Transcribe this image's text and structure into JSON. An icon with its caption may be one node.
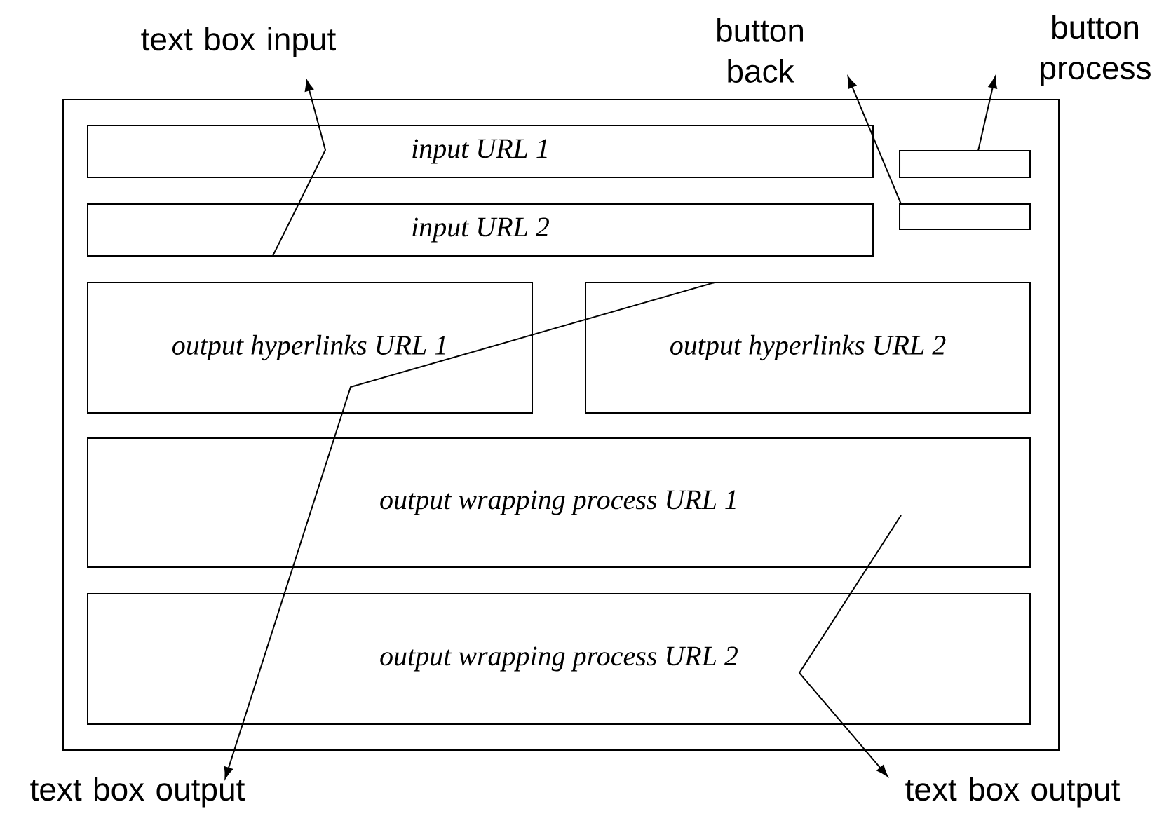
{
  "diagram": {
    "nodes": [
      {
        "text": [
          "text box input"
        ]
      },
      {
        "text": [
          "button back"
        ]
      },
      {
        "text": [
          "button process"
        ]
      },
      {
        "text": [],
        "shape": "box"
      },
      {
        "text": [
          "input URL 1"
        ],
        "in": 3
      },
      {
        "text": [],
        "shape": "box",
        "in": 3
      },
      {
        "text": [
          "input URL 2"
        ],
        "in": 3
      },
      {
        "text": [],
        "shape": "box",
        "in": 3
      },
      {
        "text": [
          "output hyperlinks URL 1"
        ],
        "in": 3
      },
      {
        "text": [
          "output hyperlinks URL 2"
        ],
        "in": 3
      },
      {
        "text": [
          "output wrapping process URL 1"
        ],
        "in": 3
      },
      {
        "text": [
          "output wrapping process URL 2"
        ],
        "in": 3
      },
      {
        "text": [
          "text box output"
        ]
      },
      {
        "text": [
          "text box output"
        ]
      }
    ],
    "edges": [
      {
        "from": 6,
        "to": 0,
        "arrow": "to"
      },
      {
        "from": 7,
        "to": 1,
        "arrow": "to"
      },
      {
        "from": 5,
        "to": 2,
        "arrow": "to"
      },
      {
        "from": 9,
        "to": 12,
        "arrow": "to"
      },
      {
        "from": 10,
        "to": 13,
        "arrow": "to"
      }
    ]
  }
}
